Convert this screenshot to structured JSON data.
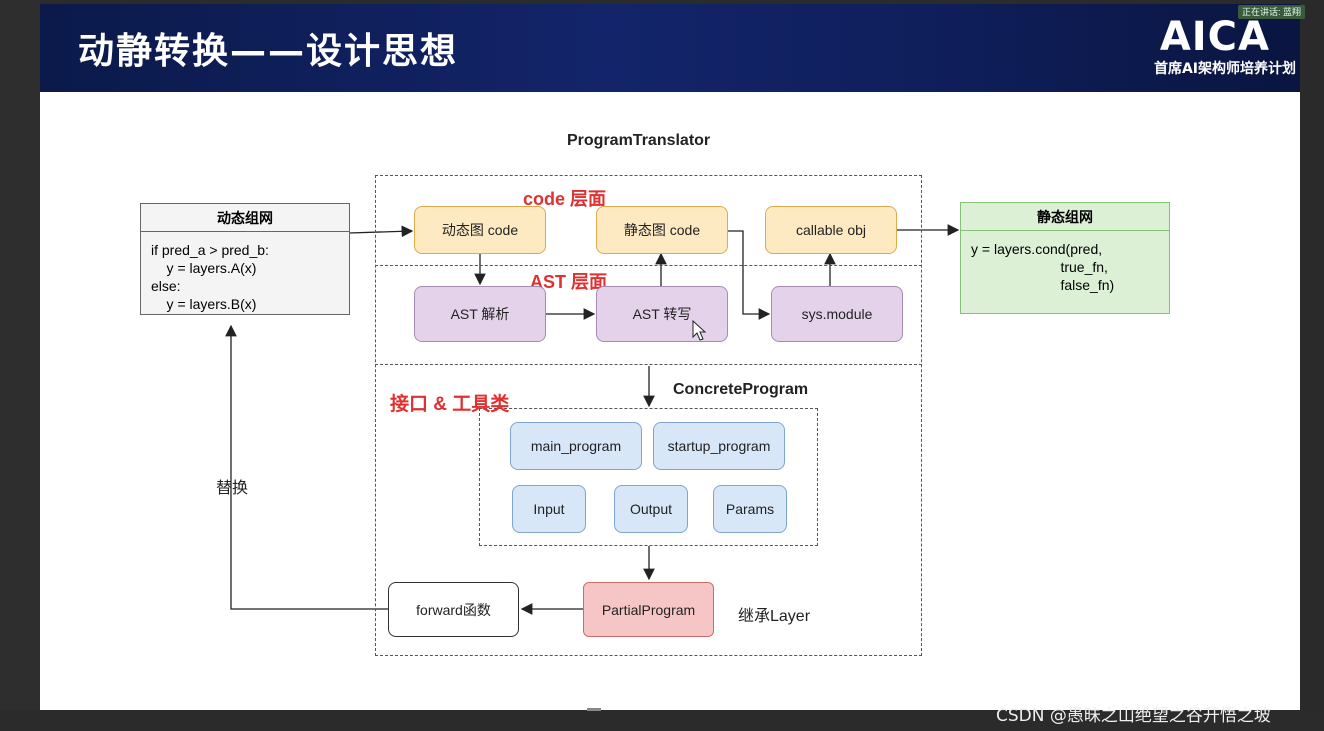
{
  "slide": {
    "title": "动静转换——设计思想",
    "logo": "AICA",
    "logo_subtitle": "首席AI架构师培养计划",
    "speaking_badge": "正在讲话: 蓝翔",
    "watermark": "CSDN @愚昧之山绝望之谷开悟之坡"
  },
  "diagram": {
    "program_translator": "ProgramTranslator",
    "code_layer": "code 层面",
    "ast_layer": "AST 层面",
    "interface_layer": "接口 & 工具类",
    "concrete_program": "ConcreteProgram",
    "dynamic_net": {
      "title": "动态组网",
      "code": "if pred_a > pred_b:\n    y = layers.A(x)\nelse:\n    y = layers.B(x)"
    },
    "static_net": {
      "title": "静态组网",
      "code": "y = layers.cond(pred,\n                       true_fn,\n                       false_fn)"
    },
    "nodes": {
      "dynamic_code": "动态图 code",
      "static_code": "静态图 code",
      "callable_obj": "callable obj",
      "ast_parse": "AST 解析",
      "ast_rewrite": "AST 转写",
      "sys_module": "sys.module",
      "main_program": "main_program",
      "startup_program": "startup_program",
      "input": "Input",
      "output": "Output",
      "params": "Params",
      "partial_program": "PartialProgram",
      "forward_fn": "forward函数"
    },
    "replace_label": "替换",
    "inherit_label": "继承Layer"
  },
  "colors": {
    "header_bg": "#13246a",
    "red_label": "#e03030",
    "orange_node": "#fde9c2",
    "purple_node": "#e3d2ea",
    "blue_node": "#d8e7f8",
    "pink_node": "#f6c6c6",
    "green_table": "#dcf0d6"
  }
}
